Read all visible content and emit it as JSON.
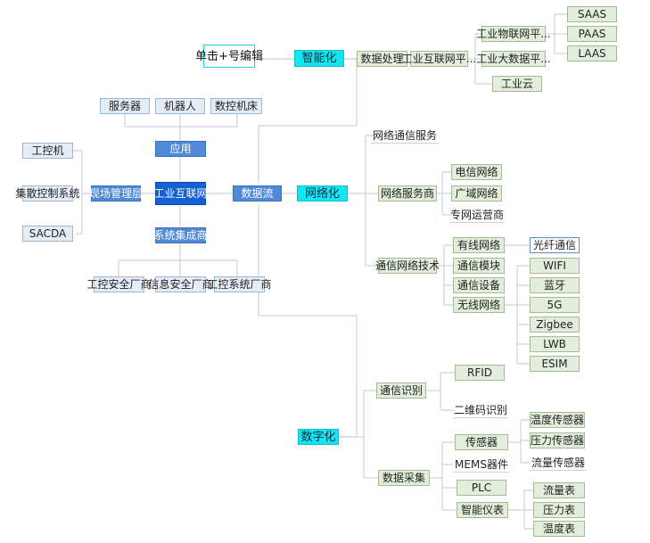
{
  "hint_label": "单击+号编辑",
  "root": "工业互联网",
  "upper": {
    "app": "应用",
    "app_items": [
      "服务器",
      "机器人",
      "数控机床"
    ],
    "field_layer": "现场管理层",
    "field_items": [
      "工控机",
      "集散控制系统",
      "SACDA"
    ],
    "integrator": "系统集成商",
    "integrator_items": [
      "工控安全厂商",
      "信息安全厂商",
      "工控系统厂商"
    ]
  },
  "data_flow": "数据流",
  "intelligent": {
    "label": "智能化",
    "data_processing": "数据处理",
    "iip": "工业互联网平...",
    "iot_platform": "工业物联网平...",
    "bigdata_platform": "工业大数据平...",
    "cloud": "工业云",
    "services": [
      "SAAS",
      "PAAS",
      "LAAS"
    ]
  },
  "network": {
    "label": "网络化",
    "comm_service": "网络通信服务",
    "net_provider": "网络服务商",
    "providers": [
      "电信网络",
      "广域网络",
      "专网运营商"
    ],
    "comm_tech": "通信网络技术",
    "tech": [
      "有线网络",
      "通信模块",
      "通信设备",
      "无线网络"
    ],
    "wired_sub": "光纤通信",
    "wireless": [
      "WIFI",
      "蓝牙",
      "5G",
      "Zigbee",
      "LWB",
      "ESIM"
    ]
  },
  "digital": {
    "label": "数字化",
    "comm_id": "通信识别",
    "id_items": [
      "RFID",
      "二维码识别"
    ],
    "collection": "数据采集",
    "collect_items": [
      "传感器",
      "MEMS器件",
      "PLC",
      "智能仪表"
    ],
    "sensors": [
      "温度传感器",
      "压力传感器",
      "流量传感器"
    ],
    "meters": [
      "流量表",
      "压力表",
      "温度表"
    ]
  }
}
